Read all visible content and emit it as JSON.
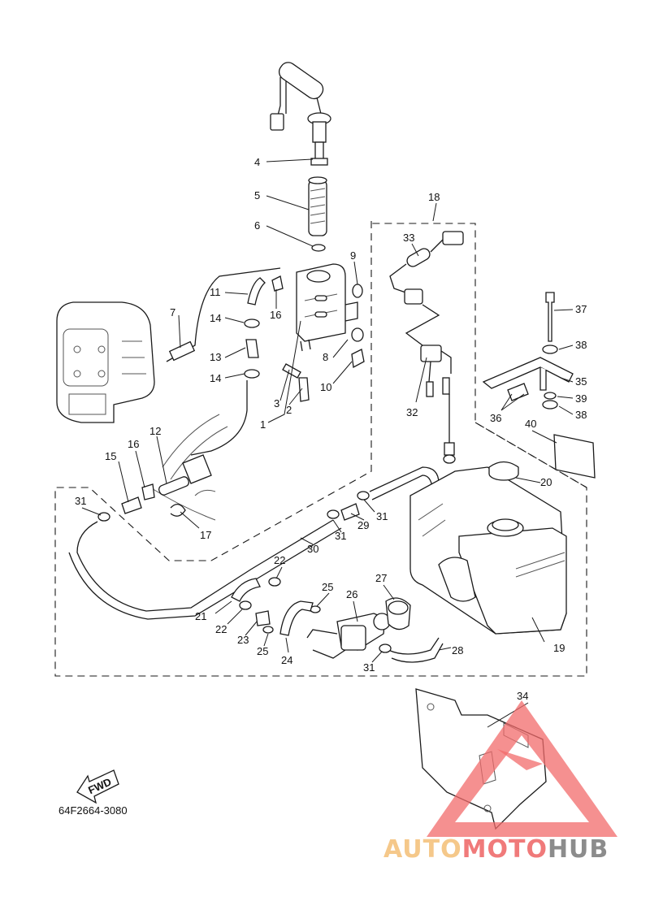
{
  "diagram": {
    "part_numbers": [
      "1",
      "2",
      "3",
      "4",
      "5",
      "6",
      "7",
      "8",
      "9",
      "10",
      "11",
      "12",
      "13",
      "14",
      "14",
      "15",
      "16",
      "16",
      "17",
      "18",
      "19",
      "20",
      "21",
      "22",
      "22",
      "23",
      "24",
      "25",
      "25",
      "26",
      "27",
      "28",
      "29",
      "30",
      "31",
      "31",
      "31",
      "31",
      "32",
      "33",
      "34",
      "35",
      "36",
      "37",
      "38",
      "38",
      "39",
      "40"
    ],
    "fwd_label": "FWD",
    "diagram_code": "64F2664-3080"
  },
  "watermark": {
    "brand_part1": "AUTO",
    "brand_part2": "MOTO",
    "brand_part3": "HUB",
    "colors": {
      "part1": "#f5c88a",
      "part2": "#f07a7a",
      "part3": "#8c8c8c",
      "triangle": "#f26b6b"
    }
  }
}
